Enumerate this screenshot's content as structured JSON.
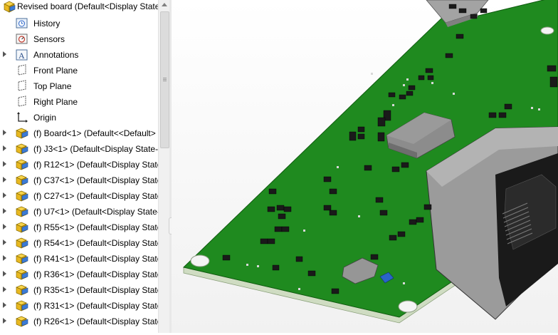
{
  "tree": {
    "root_label": "Revised board  (Default<Display State",
    "items": [
      {
        "label": "History",
        "icon": "history-icon",
        "expandable": false
      },
      {
        "label": "Sensors",
        "icon": "sensors-icon",
        "expandable": false
      },
      {
        "label": "Annotations",
        "icon": "annotations-icon",
        "expandable": true
      },
      {
        "label": "Front Plane",
        "icon": "plane-icon",
        "expandable": false
      },
      {
        "label": "Top Plane",
        "icon": "plane-icon",
        "expandable": false
      },
      {
        "label": "Right Plane",
        "icon": "plane-icon",
        "expandable": false
      },
      {
        "label": "Origin",
        "icon": "origin-icon",
        "expandable": false
      },
      {
        "label": "(f) Board<1> (Default<<Default>",
        "icon": "part-icon",
        "expandable": true
      },
      {
        "label": "(f) J3<1> (Default<Display State-1",
        "icon": "part-icon",
        "expandable": true
      },
      {
        "label": "(f) R12<1> (Default<Display State",
        "icon": "part-icon",
        "expandable": true
      },
      {
        "label": "(f) C37<1> (Default<Display State",
        "icon": "part-icon",
        "expandable": true
      },
      {
        "label": "(f) C27<1> (Default<Display State",
        "icon": "part-icon",
        "expandable": true
      },
      {
        "label": "(f) U7<1> (Default<Display State-",
        "icon": "part-icon",
        "expandable": true
      },
      {
        "label": "(f) R55<1> (Default<Display State",
        "icon": "part-icon",
        "expandable": true
      },
      {
        "label": "(f) R54<1> (Default<Display State",
        "icon": "part-icon",
        "expandable": true
      },
      {
        "label": "(f) R41<1> (Default<Display State",
        "icon": "part-icon",
        "expandable": true
      },
      {
        "label": "(f) R36<1> (Default<Display State",
        "icon": "part-icon",
        "expandable": true
      },
      {
        "label": "(f) R35<1> (Default<Display State",
        "icon": "part-icon",
        "expandable": true
      },
      {
        "label": "(f) R31<1> (Default<Display State",
        "icon": "part-icon",
        "expandable": true
      },
      {
        "label": "(f) R26<1> (Default<Display State",
        "icon": "part-icon",
        "expandable": true
      }
    ]
  },
  "colors": {
    "pcb_green": "#1f8a1f",
    "pcb_edge": "#d9e6cc",
    "component_black": "#1a1a1a",
    "chip_gray": "#8c8c8c",
    "connector_gray": "#9b9b9b",
    "accent_blue": "#2a64c8"
  }
}
